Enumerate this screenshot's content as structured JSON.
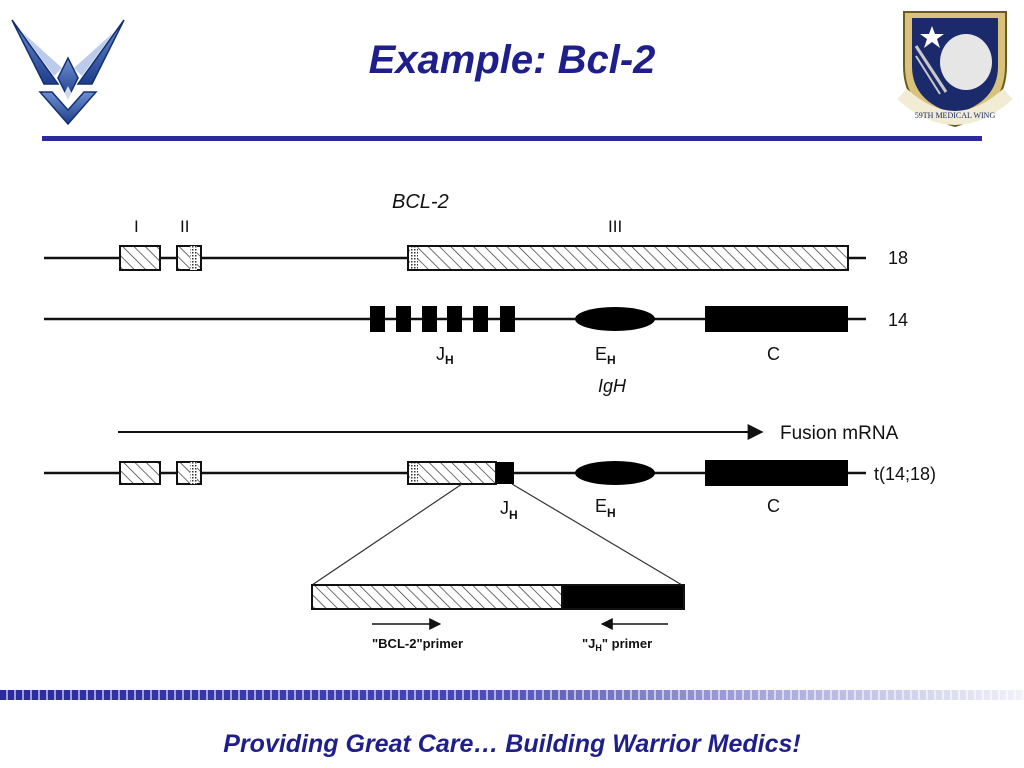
{
  "slide": {
    "title": "Example: Bcl-2",
    "footer": "Providing Great Care… Building Warrior Medics!"
  },
  "logos": {
    "left": {
      "icon": "air-force-wings-icon",
      "color": "#2b4f9e"
    },
    "right": {
      "icon": "59th-medical-wing-shield-icon",
      "text": "59TH MEDICAL WING",
      "color": "#1b2a6b"
    }
  },
  "colors": {
    "title": "#1f1f8c",
    "rule": "#2a2a9a",
    "footer_band_dark": "#2a2a9a"
  },
  "diagram": {
    "gene_title": "BCL-2",
    "exon_labels": [
      "I",
      "II",
      "III"
    ],
    "chr18_label": "18",
    "chr14_label": "14",
    "igh": {
      "jh_main": "J",
      "jh_sub": "H",
      "eh_main": "E",
      "eh_sub": "H",
      "c": "C",
      "name": "IgH"
    },
    "fusion_label": "Fusion mRNA",
    "translocation_label": "t(14;18)",
    "fusion_segments": {
      "jh_main": "J",
      "jh_sub": "H",
      "eh_main": "E",
      "eh_sub": "H",
      "c": "C"
    },
    "primers": {
      "bcl2": "\"BCL-2\"primer",
      "jh_pre": "\"J",
      "jh_sub": "H",
      "jh_post": "\" primer"
    }
  }
}
